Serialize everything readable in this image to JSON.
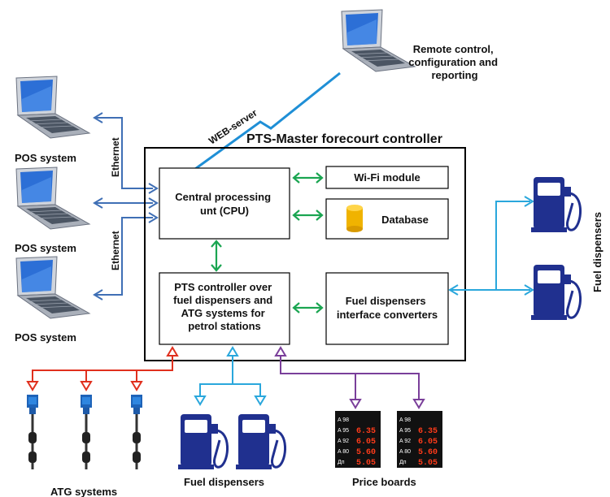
{
  "colors": {
    "ethernet": "#3f6fb5",
    "internal": "#1aa551",
    "dispenser_link": "#2aa7dc",
    "atg_link": "#e0301e",
    "price_link": "#7a3f9a",
    "web_bolt": "#1f8fd6",
    "pump_body": "#20308f",
    "database": "#f0b300"
  },
  "remote": {
    "line1": "Remote control,",
    "line2": "configuration and",
    "line3": "reporting"
  },
  "web_server_label": "WEB-server",
  "controller_title": "PTS-Master forecourt controller",
  "cpu": {
    "line1": "Central processing",
    "line2": "unt (CPU)"
  },
  "wifi_label": "Wi-Fi module",
  "database_label": "Database",
  "pts_controller": {
    "line1": "PTS controller over",
    "line2": "fuel dispensers and",
    "line3": "ATG systems for",
    "line4": "petrol stations"
  },
  "converters": {
    "line1": "Fuel dispensers",
    "line2": "interface converters"
  },
  "pos_label": "POS system",
  "ethernet_label": "Ethernet",
  "fuel_dispensers_label": "Fuel dispensers",
  "atg_label": "ATG systems",
  "price_boards_label": "Price boards",
  "price_board": {
    "grades": [
      "A 98",
      "A 95",
      "A 92",
      "A 80",
      "Дп"
    ],
    "prices": [
      "6.35",
      "6.05",
      "5.60",
      "5.05"
    ]
  }
}
